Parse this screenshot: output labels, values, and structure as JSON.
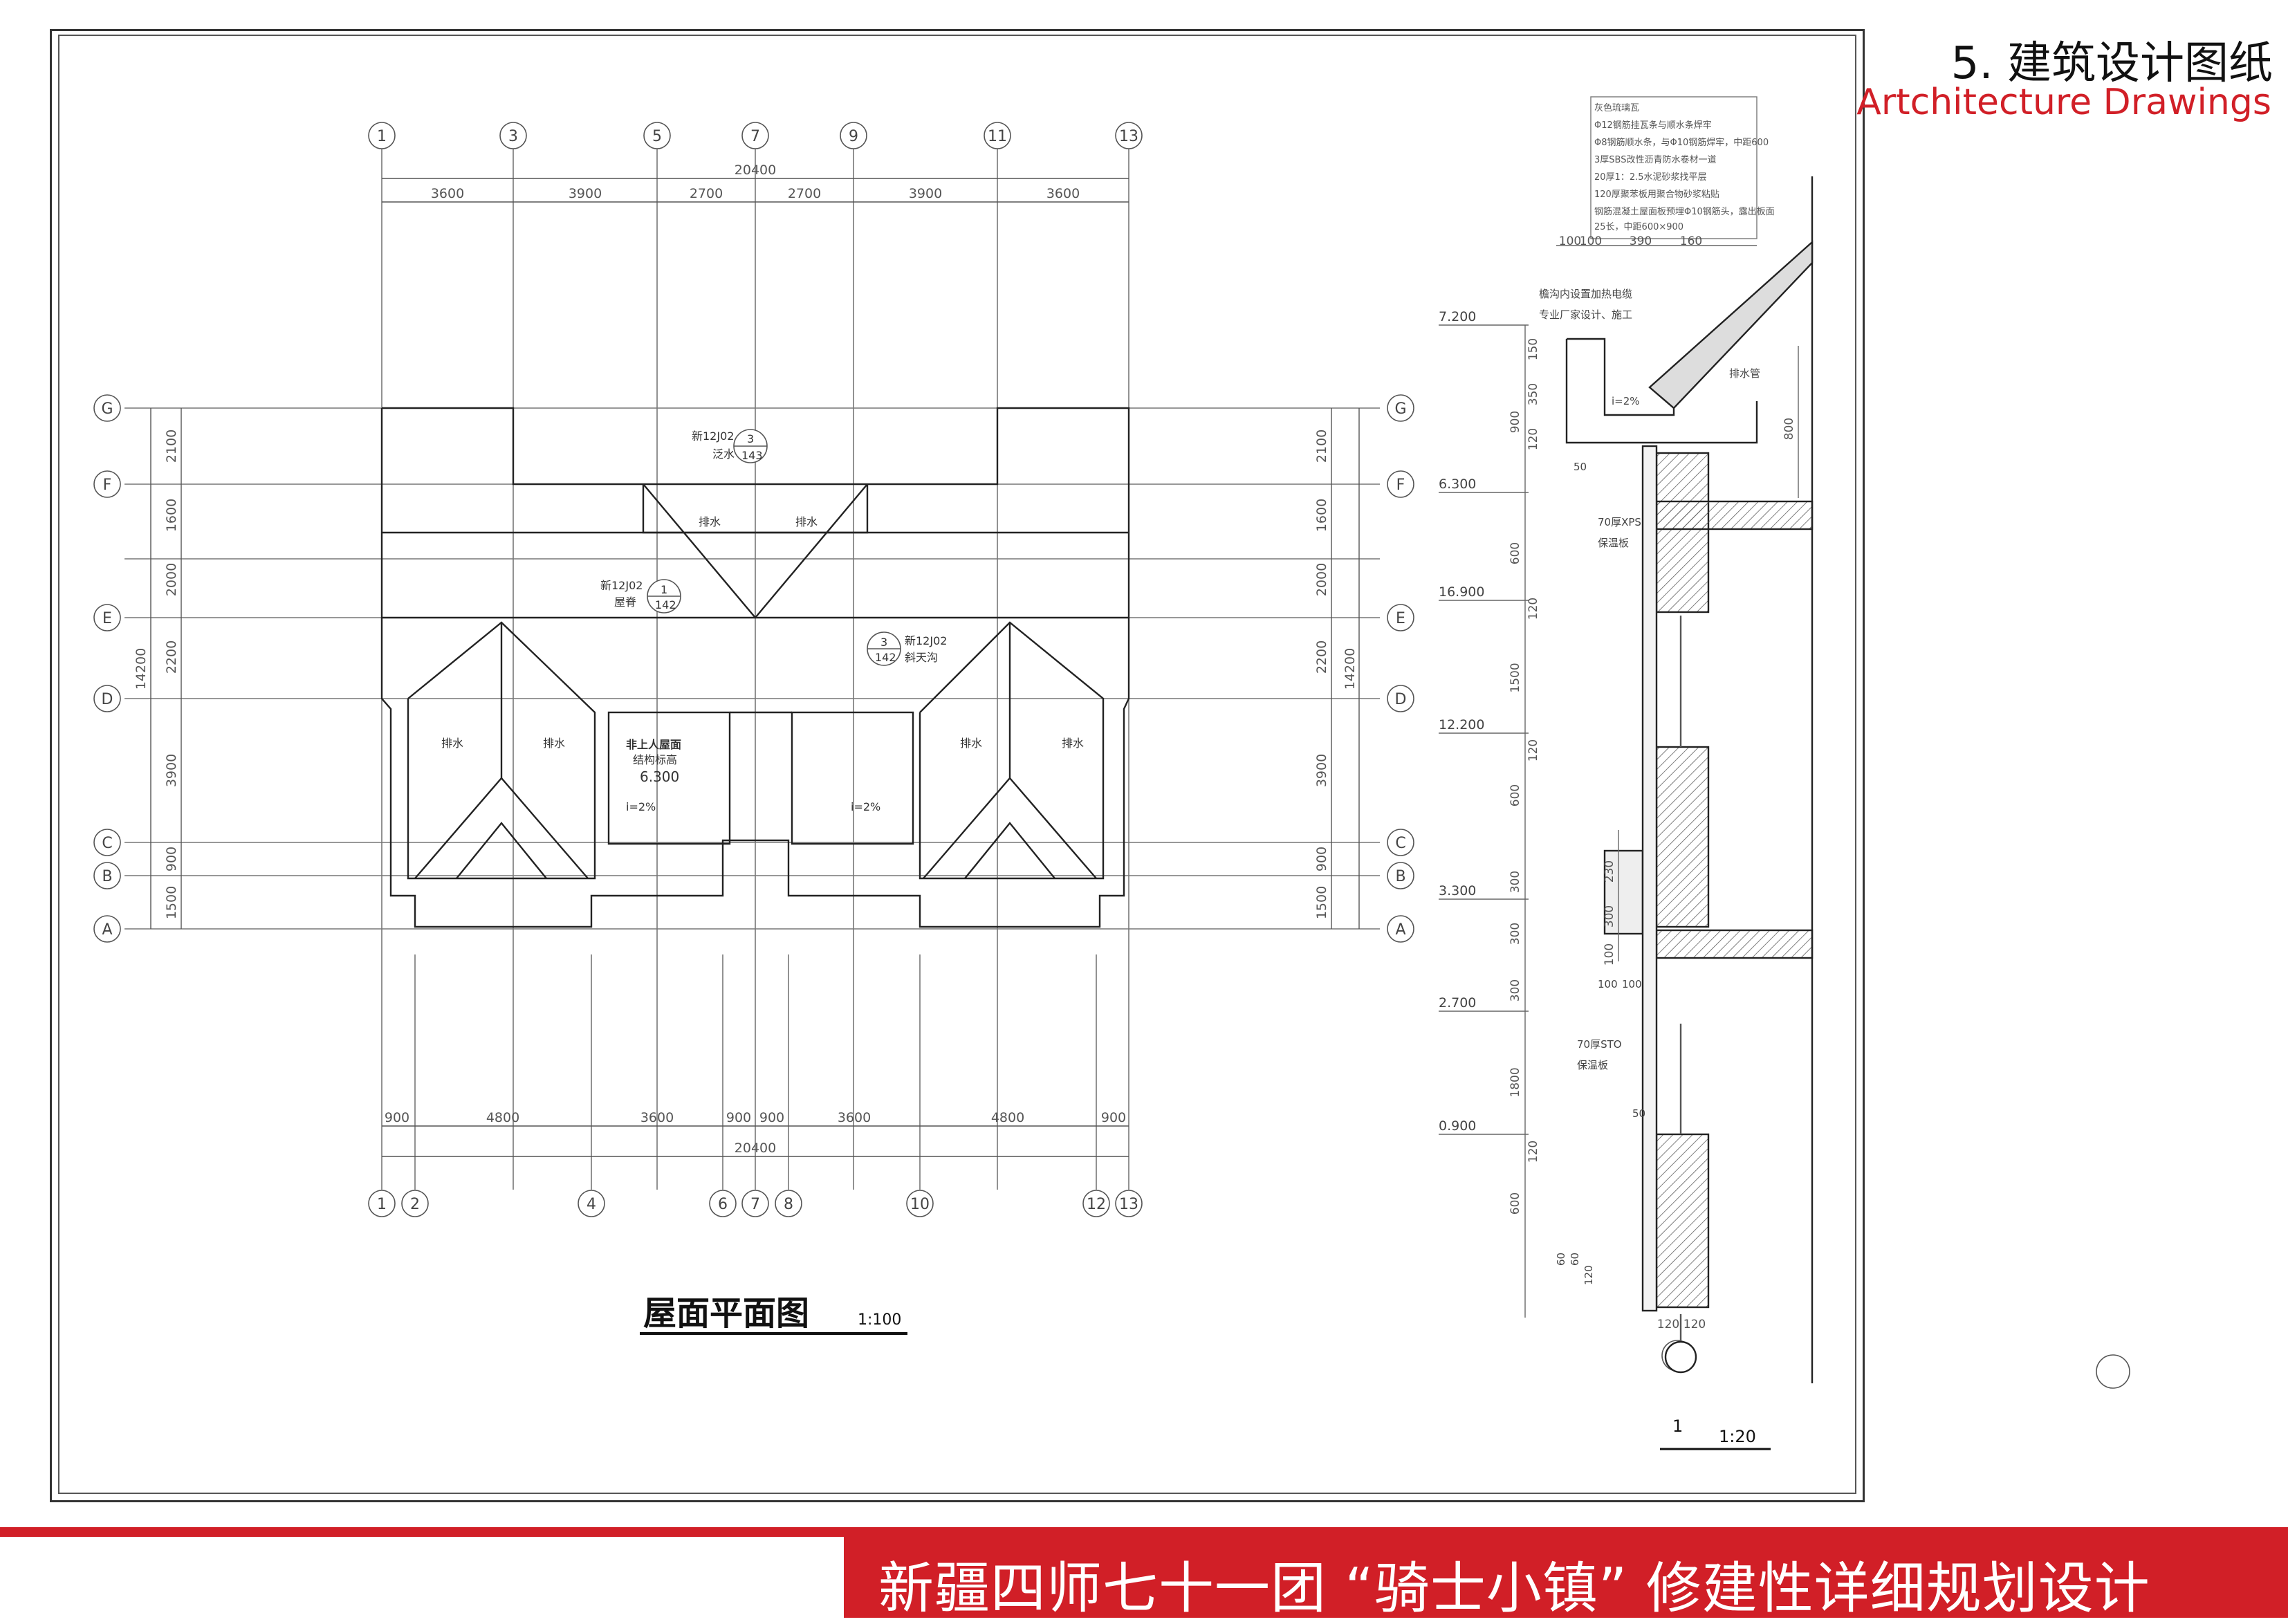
{
  "header": {
    "section_title": "5. 建筑设计图纸",
    "section_subtitle": "Artchitecture Drawings"
  },
  "footer": {
    "project_title": "新疆四师七十一团 “骑士小镇” 修建性详细规划设计"
  },
  "plan": {
    "title": "屋面平面图",
    "scale": "1:100",
    "axes_top": [
      "1",
      "3",
      "5",
      "7",
      "9",
      "11",
      "13"
    ],
    "axes_bottom": [
      "1",
      "2",
      "4",
      "6",
      "7",
      "8",
      "10",
      "12",
      "13"
    ],
    "axes_rows": [
      "G",
      "F",
      "E",
      "D",
      "C",
      "B",
      "A"
    ],
    "dims_top_total": "20400",
    "dims_top": [
      "3600",
      "3900",
      "2700",
      "2700",
      "3900",
      "3600"
    ],
    "dims_bottom": [
      "900",
      "4800",
      "3600",
      "900",
      "900",
      "3600",
      "4800",
      "900"
    ],
    "dims_bottom_total": "20400",
    "dims_side": [
      "2100",
      "1600",
      "2000",
      "2200",
      "3900",
      "900",
      "1500"
    ],
    "dims_side_total": "14200",
    "annotations": {
      "ref1_code": "新12J02",
      "ref1_num": "3",
      "ref1_sheet": "143",
      "ref1_text": "泛水",
      "ref2_code": "新12J02",
      "ref2_num": "1",
      "ref2_sheet": "142",
      "ref2_text": "屋脊",
      "ref3_code": "新12J02",
      "ref3_num": "3",
      "ref3_sheet": "142",
      "ref3_text": "斜天沟",
      "drain": "排水",
      "roof_note": "非上人屋面",
      "roof_note2": "结构标高",
      "roof_level": "6.300",
      "slope": "i=2%"
    }
  },
  "section": {
    "detail_num": "1",
    "scale": "1:20",
    "levels": [
      "7.200",
      "6.300",
      "16.900",
      "12.200",
      "3.300",
      "2.700",
      "0.900"
    ],
    "dims_vertical": [
      "150",
      "350",
      "900",
      "120",
      "600",
      "120",
      "1500",
      "120",
      "600",
      "300",
      "300",
      "300",
      "1800",
      "120",
      "600"
    ],
    "dims_right": [
      "800",
      "230",
      "300",
      "100"
    ],
    "dims_top": [
      "100",
      "100",
      "390",
      "160"
    ],
    "dims_bottom": [
      "120",
      "120"
    ],
    "layer_notes": [
      "灰色琉璃瓦",
      "Φ12钢筋挂瓦条与顺水条焊牢",
      "Φ8钢筋顺水条，与Φ10钢筋焊牢，中距600",
      "3厚SBS改性沥青防水卷材一道",
      "20厚1：2.5水泥砂浆找平层",
      "120厚聚苯板用聚合物砂浆粘贴",
      "钢筋混凝土屋面板预埋Φ10钢筋头，露出板面",
      "25长，中距600×900"
    ],
    "labels": {
      "gutter_note1": "檐沟内设置加热电缆",
      "gutter_note2": "专业厂家设计、施工",
      "gutter_slope": "i=2%",
      "downpipe": "排水管",
      "insul1": "70厚XPS",
      "insul1b": "保温板",
      "insul2": "70厚STO",
      "insul2b": "保温板",
      "small50": "50",
      "small50b": "50",
      "small60": "60",
      "small60b": "60",
      "small120": "120",
      "dim100a": "100",
      "dim100b": "100"
    }
  }
}
